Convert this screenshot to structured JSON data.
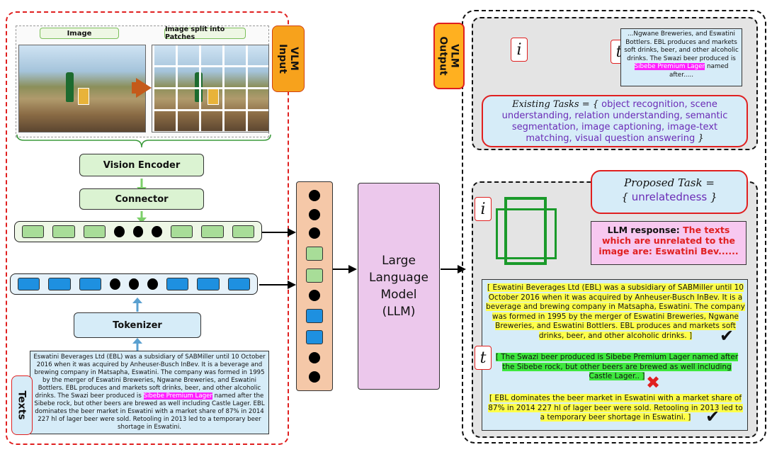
{
  "input_tag": "VLM\nInput",
  "output_tag": "VLM\nOutput",
  "texts_tag": "Texts",
  "image_label": "Image",
  "patches_label": "Image split into Patches",
  "vision_encoder": "Vision Encoder",
  "connector": "Connector",
  "tokenizer": "Tokenizer",
  "llm": "Large\nLanguage\nModel\n(LLM)",
  "input_text": {
    "before": "Eswatini Beverages Ltd (EBL) was a subsidiary of SABMiller until 10 October 2016 when it was acquired by Anheuser-Busch InBev. It is a beverage and brewing company in Matsapha, Eswatini. The company was formed in 1995 by the merger of Eswatini Breweries, Ngwane Breweries, and Eswatini Bottlers. EBL produces and markets soft drinks, beer, and other alcoholic drinks. The Swazi beer produced is ",
    "highlight": "Sibebe Premium Lager",
    "after": " named after the Sibebe rock, but other beers are brewed as well including Castle Lager. EBL dominates the beer market in Eswatini with a market share of 87% in 2014 227 hl of lager beer were sold. Retooling in 2013 led to a temporary beer shortage in Eswatini."
  },
  "output_i": "i",
  "output_t": "t",
  "output_text": {
    "before": "...Ngwane Breweries, and Eswatini Bottlers. EBL produces and markets soft drinks, beer, and other alcoholic drinks. The Swazi beer produced is ",
    "highlight": "Sibebe Premium Lager",
    "after": " named after....."
  },
  "existing_tasks_label": "Existing Tasks = {",
  "existing_tasks_list": "object recognition, scene understanding, relation understanding, semantic segmentation, image captioning, image-text matching, visual question answering",
  "existing_tasks_close": "}",
  "proposed_task_label": "Proposed Task =",
  "proposed_task_value": "unrelatedness",
  "proposed_open": "{",
  "proposed_close": "}",
  "llm_response_label": "LLM response:",
  "llm_response_text": "The texts which are unrelated to the image are: Eswatini Bev......",
  "segment1": "[ Eswatini Beverages Ltd (EBL) was a subsidiary of SABMiller until 10 October 2016 when it was acquired by Anheuser-Busch InBev. It is a beverage and brewing company in Matsapha, Eswatini. The company was formed in 1995 by the merger of Eswatini Breweries, Ngwane Breweries, and Eswatini Bottlers. EBL produces and markets soft drinks, beer, and other alcoholic drinks. ]",
  "segment2": "[ The Swazi beer produced is Sibebe Premium Lager named after the Sibebe rock, but other beers are brewed as well including Castle Lager.. ]",
  "segment3": "[ EBL dominates the beer market in Eswatini with a market share of 87% in 2014 227 hl of lager beer were sold. Retooling in 2013 led to a temporary beer shortage in Eswatini. ]",
  "check_mark": "✔",
  "cross_mark": "✖",
  "colors": {
    "green_token": "#a8dd98",
    "blue_token": "#1e90e0",
    "llm_box": "#ecc8ec",
    "stack_box": "#f5c8a8",
    "highlight_yellow": "#ffff4a",
    "highlight_green": "#3ee83e",
    "highlight_magenta": "#ff20ff"
  }
}
